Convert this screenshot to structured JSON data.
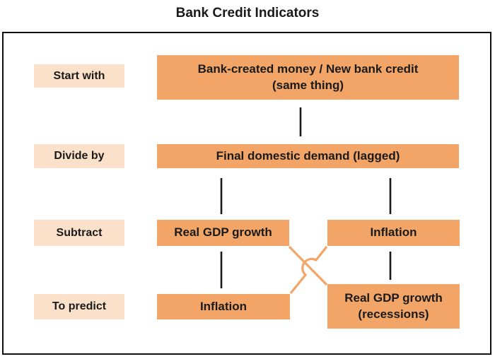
{
  "title": "Bank Credit Indicators",
  "row_labels": {
    "start_with": "Start with",
    "divide_by": "Divide by",
    "subtract": "Subtract",
    "to_predict": "To predict"
  },
  "nodes": {
    "bank_credit": "Bank-created money / New bank credit\n(same thing)",
    "final_domestic_demand": "Final domestic demand (lagged)",
    "real_gdp_growth": "Real GDP growth",
    "inflation_subtract": "Inflation",
    "inflation_predict": "Inflation",
    "real_gdp_recessions": "Real GDP growth\n(recessions)"
  },
  "colors": {
    "node_fill": "#F2A567",
    "label_fill": "#FBE1C9",
    "connector_black": "#1A1A1A",
    "connector_orange": "#F2A567",
    "frame_border": "#111111",
    "text": "#1A1A1A",
    "background": "#FFFFFF"
  }
}
